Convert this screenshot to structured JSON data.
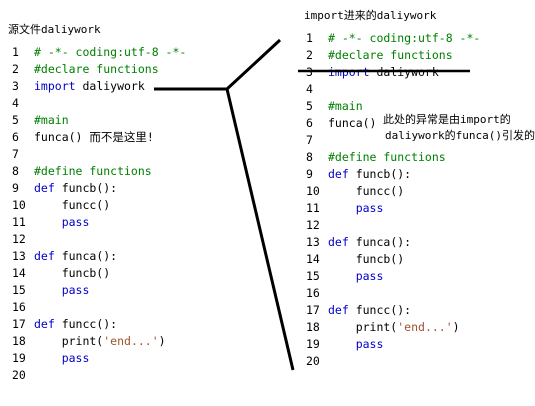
{
  "left": {
    "title": "源文件daliywork",
    "lines": [
      {
        "n": "1",
        "segs": [
          {
            "t": "# -*- coding:utf-8 -*-",
            "k": "comment"
          }
        ]
      },
      {
        "n": "2",
        "segs": [
          {
            "t": "#declare functions",
            "k": "comment"
          }
        ]
      },
      {
        "n": "3",
        "segs": [
          {
            "t": "import ",
            "k": "kw"
          },
          {
            "t": "daliywork",
            "k": "plain"
          }
        ]
      },
      {
        "n": "4",
        "segs": []
      },
      {
        "n": "5",
        "segs": [
          {
            "t": "#main",
            "k": "comment"
          }
        ]
      },
      {
        "n": "6",
        "segs": [
          {
            "t": "funca() 而不是这里!",
            "k": "plain"
          }
        ]
      },
      {
        "n": "7",
        "segs": []
      },
      {
        "n": "8",
        "segs": [
          {
            "t": "#define functions",
            "k": "comment"
          }
        ]
      },
      {
        "n": "9",
        "segs": [
          {
            "t": "def ",
            "k": "kw"
          },
          {
            "t": "funcb():",
            "k": "plain"
          }
        ]
      },
      {
        "n": "10",
        "segs": [
          {
            "t": "    funcc()",
            "k": "plain"
          }
        ]
      },
      {
        "n": "11",
        "segs": [
          {
            "t": "    pass",
            "k": "kw"
          }
        ]
      },
      {
        "n": "12",
        "segs": []
      },
      {
        "n": "13",
        "segs": [
          {
            "t": "def ",
            "k": "kw"
          },
          {
            "t": "funca():",
            "k": "plain"
          }
        ]
      },
      {
        "n": "14",
        "segs": [
          {
            "t": "    funcb()",
            "k": "plain"
          }
        ]
      },
      {
        "n": "15",
        "segs": [
          {
            "t": "    pass",
            "k": "kw"
          }
        ]
      },
      {
        "n": "16",
        "segs": []
      },
      {
        "n": "17",
        "segs": [
          {
            "t": "def ",
            "k": "kw"
          },
          {
            "t": "funcc():",
            "k": "plain"
          }
        ]
      },
      {
        "n": "18",
        "segs": [
          {
            "t": "    print(",
            "k": "plain"
          },
          {
            "t": "'end...'",
            "k": "str"
          },
          {
            "t": ")",
            "k": "plain"
          }
        ]
      },
      {
        "n": "19",
        "segs": [
          {
            "t": "    pass",
            "k": "kw"
          }
        ]
      },
      {
        "n": "20",
        "segs": []
      }
    ]
  },
  "right": {
    "title": "import进来的daliywork",
    "lines": [
      {
        "n": "1",
        "segs": [
          {
            "t": "# -*- coding:utf-8 -*-",
            "k": "comment"
          }
        ]
      },
      {
        "n": "2",
        "segs": [
          {
            "t": "#declare functions",
            "k": "comment"
          }
        ]
      },
      {
        "n": "3",
        "segs": [
          {
            "t": "import ",
            "k": "kw"
          },
          {
            "t": "daliywork",
            "k": "plain"
          }
        ]
      },
      {
        "n": "4",
        "segs": []
      },
      {
        "n": "5",
        "segs": [
          {
            "t": "#main",
            "k": "comment"
          }
        ]
      },
      {
        "n": "6",
        "segs": [
          {
            "t": "funca()",
            "k": "plain"
          }
        ]
      },
      {
        "n": "7",
        "segs": []
      },
      {
        "n": "8",
        "segs": [
          {
            "t": "#define functions",
            "k": "comment"
          }
        ]
      },
      {
        "n": "9",
        "segs": [
          {
            "t": "def ",
            "k": "kw"
          },
          {
            "t": "funcb():",
            "k": "plain"
          }
        ]
      },
      {
        "n": "10",
        "segs": [
          {
            "t": "    funcc()",
            "k": "plain"
          }
        ]
      },
      {
        "n": "11",
        "segs": [
          {
            "t": "    pass",
            "k": "kw"
          }
        ]
      },
      {
        "n": "12",
        "segs": []
      },
      {
        "n": "13",
        "segs": [
          {
            "t": "def ",
            "k": "kw"
          },
          {
            "t": "funca():",
            "k": "plain"
          }
        ]
      },
      {
        "n": "14",
        "segs": [
          {
            "t": "    funcb()",
            "k": "plain"
          }
        ]
      },
      {
        "n": "15",
        "segs": [
          {
            "t": "    pass",
            "k": "kw"
          }
        ]
      },
      {
        "n": "16",
        "segs": []
      },
      {
        "n": "17",
        "segs": [
          {
            "t": "def ",
            "k": "kw"
          },
          {
            "t": "funcc():",
            "k": "plain"
          }
        ]
      },
      {
        "n": "18",
        "segs": [
          {
            "t": "    print(",
            "k": "plain"
          },
          {
            "t": "'end...'",
            "k": "str"
          },
          {
            "t": ")",
            "k": "plain"
          }
        ]
      },
      {
        "n": "19",
        "segs": [
          {
            "t": "    pass",
            "k": "kw"
          }
        ]
      },
      {
        "n": "20",
        "segs": []
      }
    ],
    "note_line1": "此处的异常是由import的",
    "note_line2": "daliywork的funca()引发的"
  }
}
